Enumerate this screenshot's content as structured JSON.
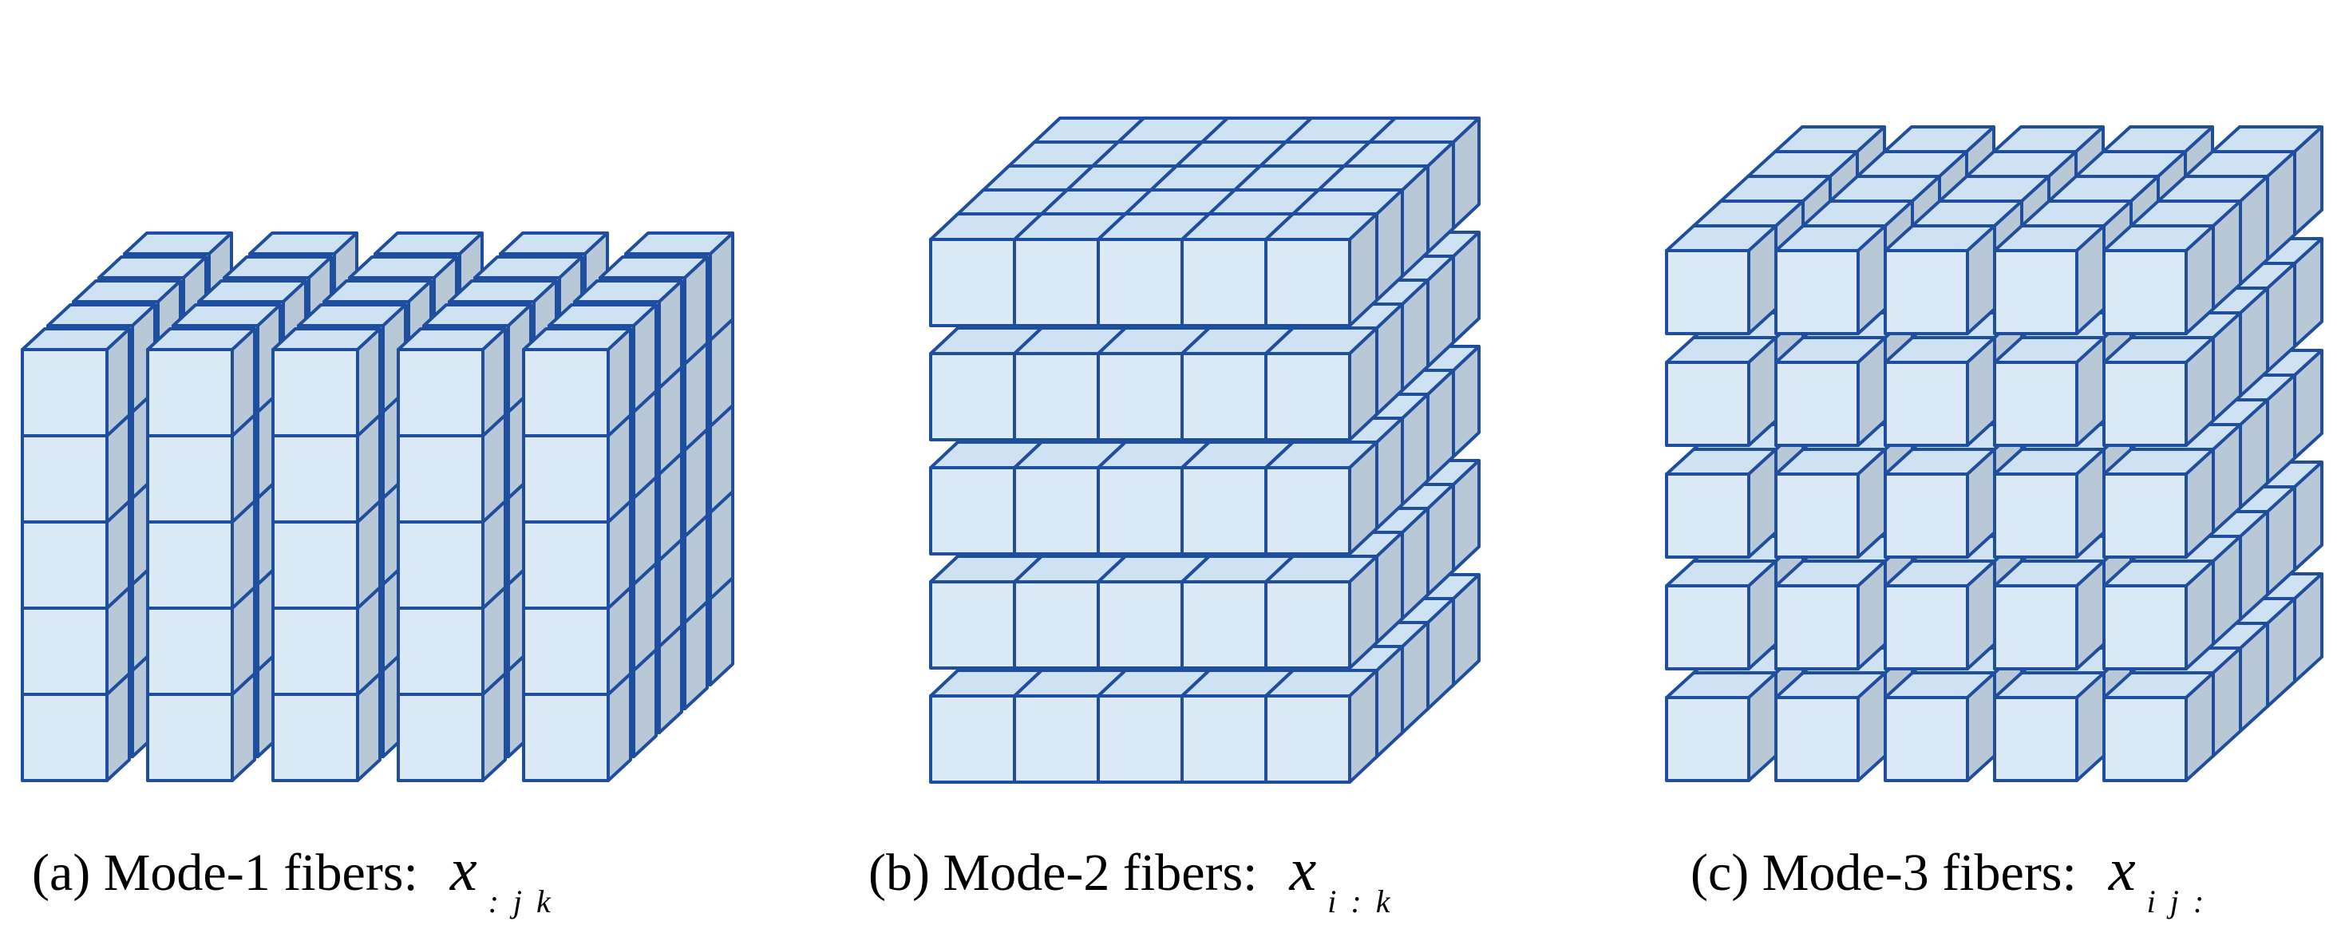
{
  "panels": [
    {
      "id": "a",
      "label": "(a) Mode-1 fibers:",
      "variable": "x",
      "subscript": [
        ":",
        "j",
        "k"
      ],
      "fiber_mode": 1
    },
    {
      "id": "b",
      "label": "(b) Mode-2 fibers:",
      "variable": "x",
      "subscript": [
        "i",
        ":",
        "k"
      ],
      "fiber_mode": 2
    },
    {
      "id": "c",
      "label": "(c) Mode-3 fibers:",
      "variable": "x",
      "subscript": [
        "i",
        "j",
        ":"
      ],
      "fiber_mode": 3
    }
  ],
  "grid_size": 5,
  "colors": {
    "face": "#dbeaf6",
    "top": "#cfe2f3",
    "side": "#b8c8d6",
    "stroke": "#1f4e9e"
  }
}
